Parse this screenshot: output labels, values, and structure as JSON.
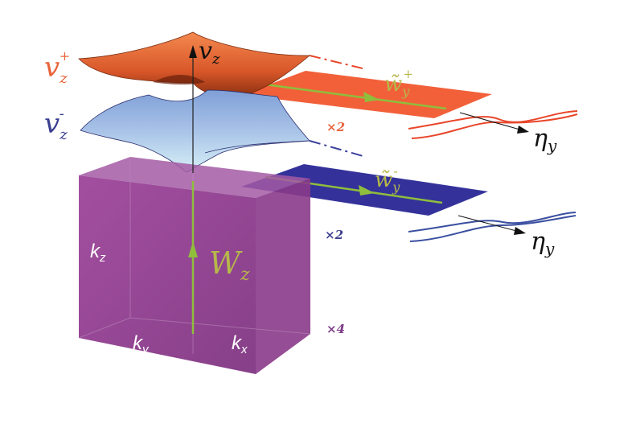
{
  "labels": {
    "vz_plus_main": "v",
    "vz_plus_sub": "z",
    "vz_plus_sup": "+",
    "vz_minus_main": "v",
    "vz_minus_sub": "z",
    "vz_minus_sup": "-",
    "vz_axis_main": "v",
    "vz_axis_sub": "z",
    "wy_plus_main": "w̃",
    "wy_plus_sub": "y",
    "wy_plus_sup": "+",
    "wy_minus_main": "w̃",
    "wy_minus_sub": "y",
    "wy_minus_sup": "-",
    "Wz_main": "W",
    "Wz_sub": "z",
    "kz_main": "k",
    "kz_sub": "z",
    "ky_main": "k",
    "ky_sub": "y",
    "kx_main": "k",
    "kx_sub": "x",
    "eta1_main": "η",
    "eta1_sub": "y",
    "eta2_main": "η",
    "eta2_sub": "y",
    "mult_orange": "×2",
    "mult_blue": "×2",
    "mult_purple": "×4"
  },
  "colors": {
    "orange": "#f06a3e",
    "orange_dark": "#c8481c",
    "blue_surface": "#9bb7e0",
    "blue_dark": "#3c3c9a",
    "blue_plane": "#34329a",
    "purple": "#8e3a8c",
    "green": "#8fbe3c",
    "label_orange": "#e8633a",
    "label_blue": "#3b3f8f",
    "label_purple": "#7a3a85",
    "label_green": "#b6b84a",
    "red_curve": "#e8462a",
    "blue_curve": "#3a4fa0"
  }
}
